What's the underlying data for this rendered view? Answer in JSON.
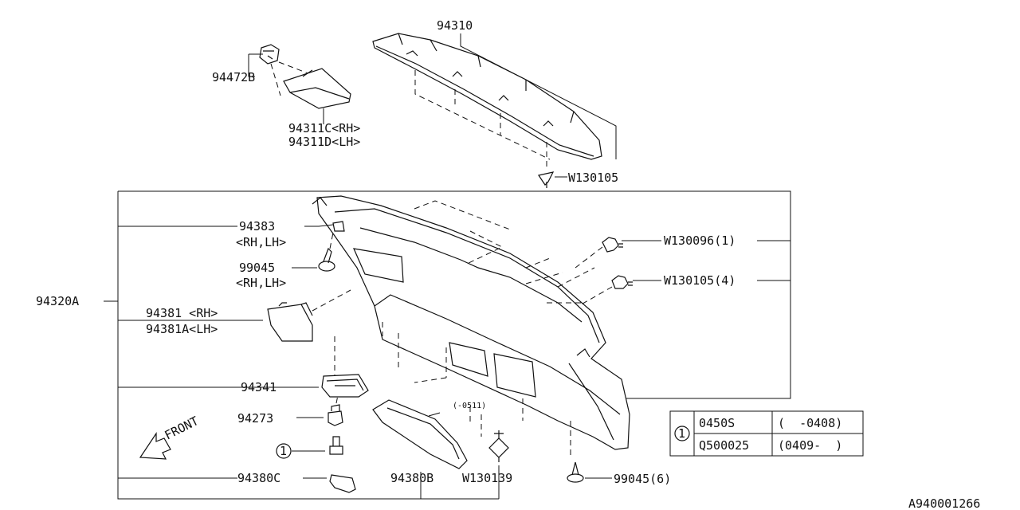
{
  "diagram": {
    "labels": {
      "p94310": "94310",
      "p94472b": "94472B",
      "p94311c": "94311C<RH>",
      "p94311d": "94311D<LH>",
      "w130105_top": "W130105",
      "p94383": "94383",
      "p94383_side": "<RH,LH>",
      "p99045": "99045",
      "p99045_side": "<RH,LH>",
      "p94320a": "94320A",
      "p94381": "94381 <RH>",
      "p94381a": "94381A<LH>",
      "p94341": "94341",
      "p94273": "94273",
      "front": "FRONT",
      "p94380c": "94380C",
      "p94380b": "94380B",
      "w130139": "W130139",
      "p99045_6": "99045(6)",
      "w130096": "W130096(1)",
      "w130105_4": "W130105(4)",
      "range_0511": "(-0511)",
      "callout_num": "1",
      "diagram_id": "A940001266"
    },
    "reference_table": {
      "key": "1",
      "rows": [
        {
          "part": "0450S",
          "range": "(  -0408)"
        },
        {
          "part": "Q500025",
          "range": "(0409-  )"
        }
      ]
    }
  }
}
